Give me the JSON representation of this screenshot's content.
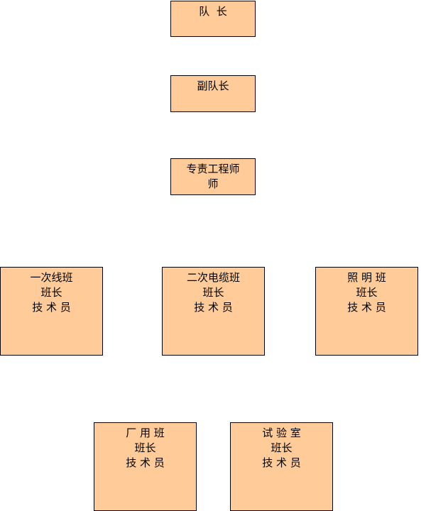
{
  "colors": {
    "node_fill": "#ffcc99",
    "node_border": "#000000",
    "text": "#000000"
  },
  "nodes": {
    "leader": {
      "lines": [
        "队  长"
      ]
    },
    "deputy": {
      "lines": [
        "副队长"
      ]
    },
    "engineer": {
      "lines": [
        "专责工程师",
        "师"
      ]
    },
    "primary": {
      "lines": [
        "一次线班",
        "班长",
        "技 术 员"
      ]
    },
    "secondary": {
      "lines": [
        "二次电缆班",
        "班长",
        "技 术 员"
      ]
    },
    "lighting": {
      "lines": [
        "照 明 班",
        "班长",
        "技 术 员"
      ]
    },
    "plant": {
      "lines": [
        "厂 用 班",
        "班长",
        "技 术 员"
      ]
    },
    "lab": {
      "lines": [
        "试 验 室",
        "班长",
        "技 术 员"
      ]
    }
  }
}
